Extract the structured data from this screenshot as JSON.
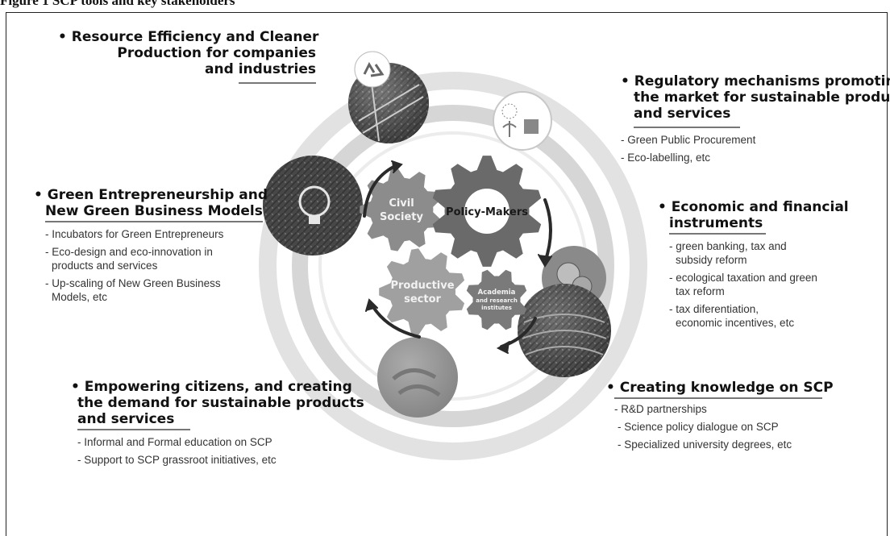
{
  "caption": "Figure 1 SCP tools and key stakeholders",
  "center": {
    "gears": [
      {
        "name": "gear-civil-society",
        "lines": [
          "Civil",
          "Society"
        ]
      },
      {
        "name": "gear-policy-makers",
        "lines": [
          "Policy-Makers"
        ]
      },
      {
        "name": "gear-productive-sector",
        "lines": [
          "Productive",
          "sector"
        ]
      },
      {
        "name": "gear-academia",
        "lines": [
          "Academia",
          "and research",
          "institutes"
        ]
      }
    ]
  },
  "blocks": {
    "resource": {
      "heading": [
        "• Resource Efficiency and Cleaner",
        "Production for companies",
        "and industries"
      ],
      "items": []
    },
    "regulatory": {
      "heading": [
        "• Regulatory mechanisms promoting",
        "the market  for sustainable products",
        "and services"
      ],
      "items": [
        [
          "- Green Public Procurement"
        ],
        [
          "- Eco-labelling, etc"
        ]
      ]
    },
    "green": {
      "heading": [
        "• Green Entrepreneurship and",
        "New Green Business Models"
      ],
      "items": [
        [
          "- Incubators for Green Entrepreneurs"
        ],
        [
          "- Eco-design and eco-innovation in",
          "  products and services"
        ],
        [
          "- Up-scaling of New Green Business",
          "  Models, etc"
        ]
      ]
    },
    "economic": {
      "heading": [
        "• Economic and financial",
        "instruments"
      ],
      "items": [
        [
          "- green banking, tax and",
          "  subsidy reform"
        ],
        [
          "- ecological taxation and green",
          "  tax reform"
        ],
        [
          "- tax diferentiation,",
          "  economic incentives, etc"
        ]
      ]
    },
    "empowering": {
      "heading": [
        "• Empowering citizens, and creating",
        "the demand for sustainable products",
        "and services"
      ],
      "items": [
        [
          "- Informal and Formal education on SCP"
        ],
        [
          "- Support  to SCP grassroot initiatives, etc"
        ]
      ]
    },
    "knowledge": {
      "heading": [
        "• Creating knowledge on SCP"
      ],
      "items": [
        [
          "- R&D partnerships"
        ],
        [
          "- Science policy dialogue on SCP"
        ],
        [
          "- Specialized university degrees, etc"
        ]
      ]
    }
  },
  "colors": {
    "ring_outer": "#dcdcdc",
    "ring_inner": "#e6e6e6",
    "gear_dark": "#6e6e6e",
    "gear_light": "#9a9a9a",
    "text": "#111111"
  }
}
